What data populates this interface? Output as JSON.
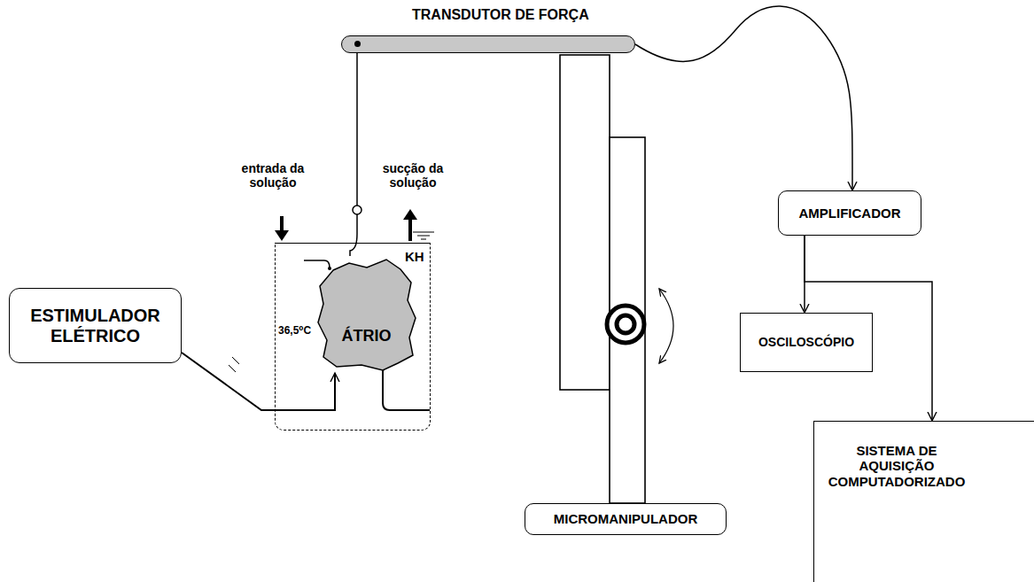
{
  "diagram": {
    "nodes": [
      {
        "text": [
          "TRANSDUTOR DE FORÇA"
        ]
      },
      {
        "text": [
          "KH",
          "36,5⁰C"
        ]
      },
      {
        "text": [
          "ÁTRIO"
        ],
        "in": 1
      },
      {
        "text": [
          "ESTIMULADOR ELÉTRICO"
        ]
      },
      {
        "text": [
          "MICROMANIPULADOR"
        ]
      },
      {
        "text": [
          "AMPLIFICADOR"
        ]
      },
      {
        "text": [
          "OSCILOSCÓPIO"
        ]
      },
      {
        "text": [
          "SISTEMA DE AQUISIÇÃO COMPUTADORIZADO"
        ]
      }
    ],
    "edges": [
      {
        "from": 0,
        "to": 2,
        "arrow": "none"
      },
      {
        "from": 3,
        "to": 2,
        "arrow": "to"
      },
      {
        "from": 0,
        "to": 5,
        "arrow": "to"
      },
      {
        "from": 5,
        "to": 6,
        "arrow": "to"
      },
      {
        "from": 5,
        "to": 7,
        "arrow": "to"
      }
    ],
    "labels": [
      "entrada da solução",
      "sucção da solução"
    ]
  }
}
